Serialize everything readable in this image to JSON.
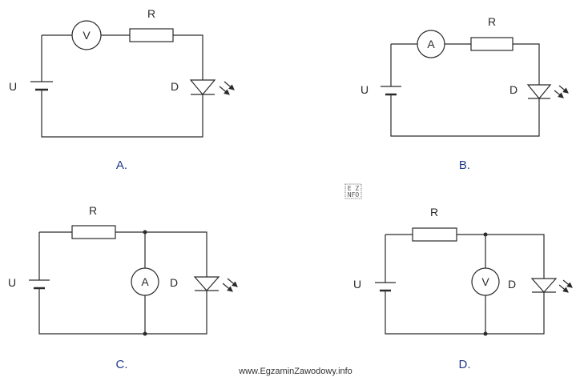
{
  "labels": {
    "source": "U",
    "resistor": "R",
    "diode": "D",
    "voltmeter": "V",
    "ammeter": "A"
  },
  "options": [
    "A.",
    "B.",
    "C.",
    "D."
  ],
  "watermark": "www.EgzaminZawodowy.info",
  "logo": {
    "line1": "E Z",
    "line2": "NFO"
  }
}
